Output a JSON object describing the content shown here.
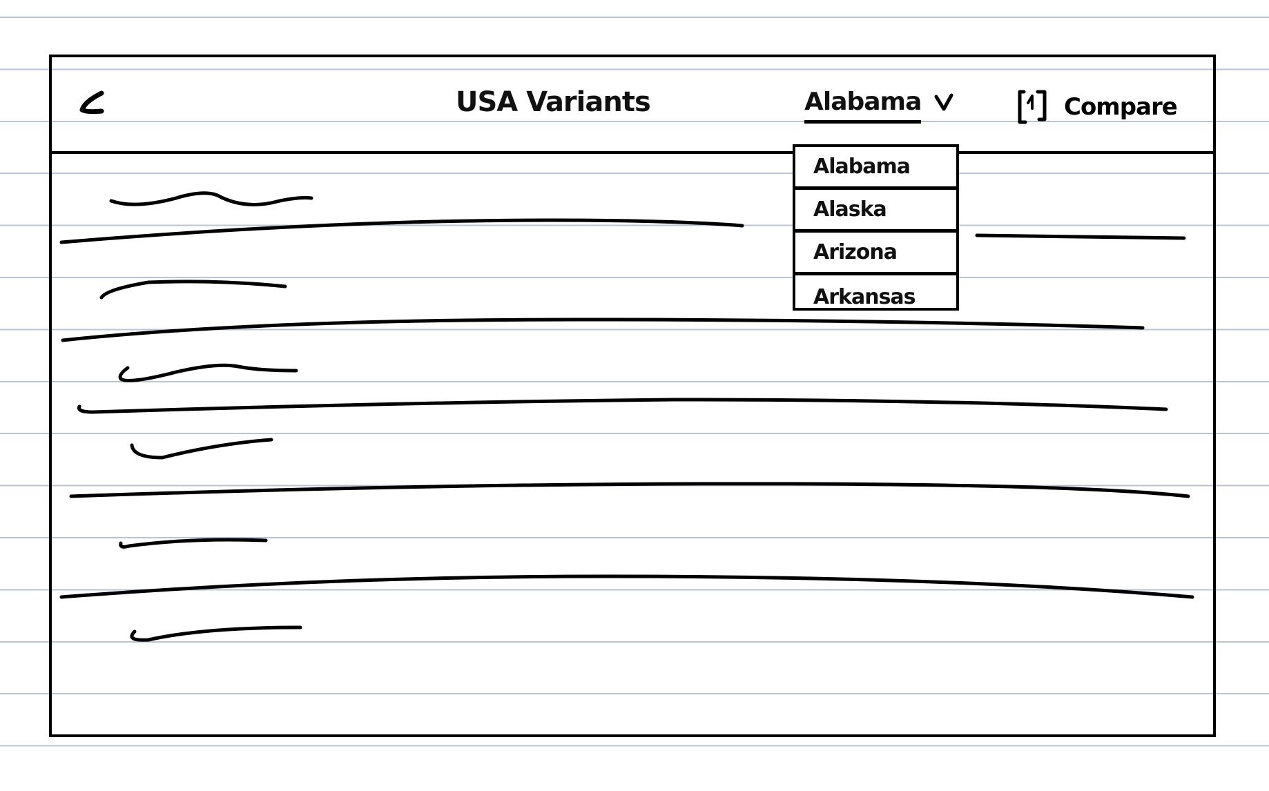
{
  "header": {
    "title": "USA Variants",
    "back_icon": "chevron-left-icon",
    "state_select": {
      "selected": "Alabama",
      "icon": "chevron-down-icon"
    },
    "compare_button": {
      "label": "Compare",
      "icon": "compare-icon"
    }
  },
  "dropdown": {
    "options": [
      "Alabama",
      "Alaska",
      "Arizona",
      "Arkansas"
    ]
  },
  "list": {
    "row_count": 6
  }
}
